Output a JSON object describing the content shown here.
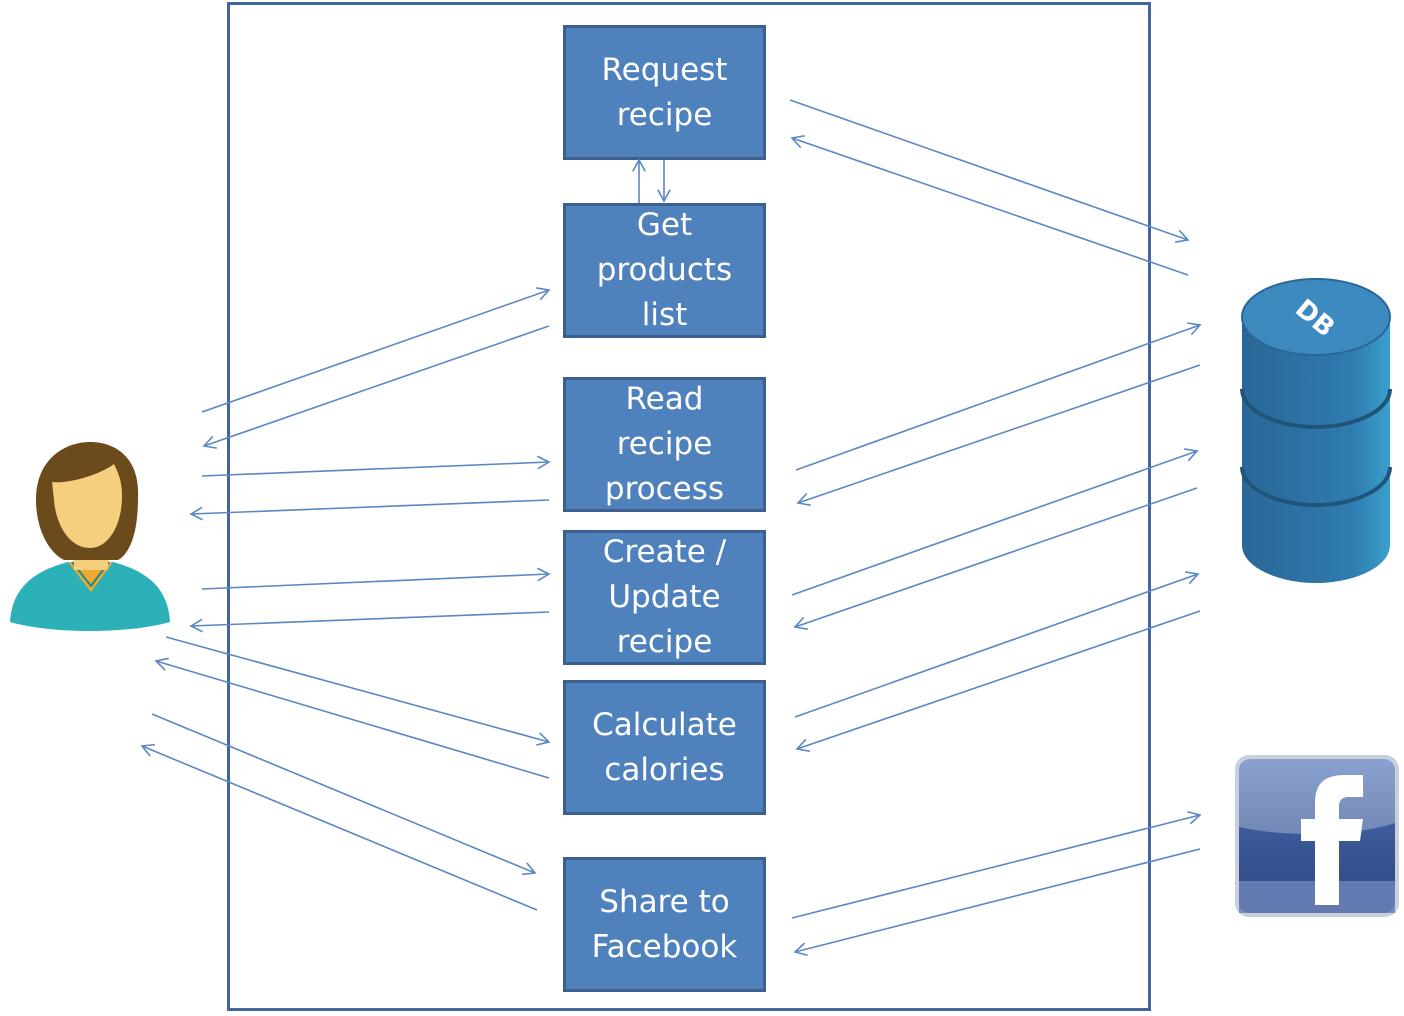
{
  "processes": [
    {
      "id": "request-recipe",
      "label": "Request\nrecipe"
    },
    {
      "id": "get-products-list",
      "label": "Get\nproducts\nlist"
    },
    {
      "id": "read-recipe-process",
      "label": "Read\nrecipe\nprocess"
    },
    {
      "id": "create-update-recipe",
      "label": "Create /\nUpdate\nrecipe"
    },
    {
      "id": "calculate-calories",
      "label": "Calculate\ncalories"
    },
    {
      "id": "share-to-facebook",
      "label": "Share to\nFacebook"
    }
  ],
  "database": {
    "label": "DB"
  },
  "colors": {
    "box_fill": "#4f81bd",
    "box_border": "#3b5f8f",
    "arrow": "#5b87c5",
    "boundary": "#44659b",
    "db_body": "#2e6f9e",
    "user_shirt": "#2cb1b8",
    "user_hair": "#6b4a1c",
    "user_skin": "#f5cf7e",
    "facebook_blue": "#3b5998"
  }
}
